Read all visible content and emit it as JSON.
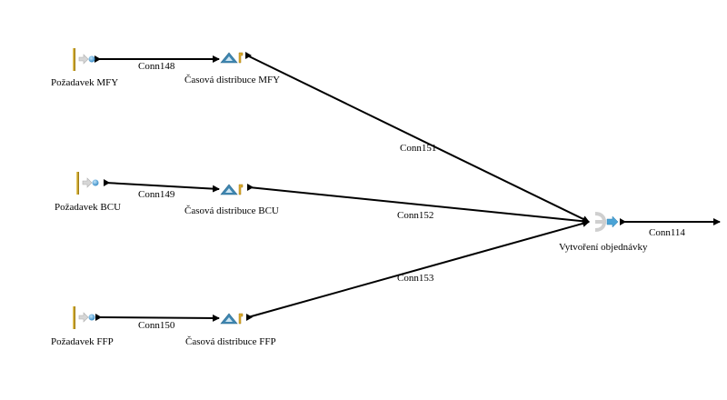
{
  "diagram": {
    "nodes": [
      {
        "id": "req_mfy",
        "type": "source",
        "label": "Požadavek MFY",
        "icon": "source-request-icon"
      },
      {
        "id": "dist_mfy",
        "type": "distribution",
        "label": "Časová distribuce MFY",
        "icon": "time-distribution-icon"
      },
      {
        "id": "req_bcu",
        "type": "source",
        "label": "Požadavek BCU",
        "icon": "source-request-icon"
      },
      {
        "id": "dist_bcu",
        "type": "distribution",
        "label": "Časová distribuce BCU",
        "icon": "time-distribution-icon"
      },
      {
        "id": "req_ffp",
        "type": "source",
        "label": "Požadavek FFP",
        "icon": "source-request-icon"
      },
      {
        "id": "dist_ffp",
        "type": "distribution",
        "label": "Časová distribuce FFP",
        "icon": "time-distribution-icon"
      },
      {
        "id": "order",
        "type": "merge",
        "label": "Vytvoření objednávky",
        "icon": "merge-icon"
      }
    ],
    "connections": [
      {
        "id": "Conn148",
        "label": "Conn148",
        "from": "req_mfy",
        "to": "dist_mfy"
      },
      {
        "id": "Conn149",
        "label": "Conn149",
        "from": "req_bcu",
        "to": "dist_bcu"
      },
      {
        "id": "Conn150",
        "label": "Conn150",
        "from": "req_ffp",
        "to": "dist_ffp"
      },
      {
        "id": "Conn151",
        "label": "Conn151",
        "from": "dist_mfy",
        "to": "order"
      },
      {
        "id": "Conn152",
        "label": "Conn152",
        "from": "dist_bcu",
        "to": "order"
      },
      {
        "id": "Conn153",
        "label": "Conn153",
        "from": "dist_ffp",
        "to": "order"
      },
      {
        "id": "Conn114",
        "label": "Conn114",
        "from": "order",
        "to": ""
      }
    ],
    "colors": {
      "line": "#000000",
      "source_bar": "#c9a227",
      "source_arrow": "#c8c8c8",
      "source_dot": "#4a9fd4",
      "triangle": "#3f86b0",
      "key": "#d9a92c",
      "merge_fork": "#cfcfcf",
      "merge_arrow": "#4aa3d6"
    }
  }
}
